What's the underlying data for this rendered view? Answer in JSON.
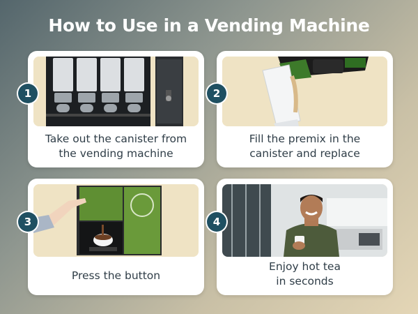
{
  "page": {
    "title": "How to Use in a Vending Machine"
  },
  "steps": [
    {
      "number": "1",
      "caption_line1": "Take out the canister from",
      "caption_line2": "the vending machine",
      "image": "vending-machine-canisters"
    },
    {
      "number": "2",
      "caption_line1": "Fill the premix in the",
      "caption_line2": "canister and replace",
      "image": "pouring-premix-into-canister"
    },
    {
      "number": "3",
      "caption_line1": "Press the button",
      "caption_line2": "",
      "image": "hand-pressing-machine-button"
    },
    {
      "number": "4",
      "caption_line1": "Enjoy hot tea",
      "caption_line2": "in seconds",
      "image": "man-holding-cup-in-office"
    }
  ],
  "colors": {
    "badge": "#1f5062",
    "caption": "#2f3d47",
    "photo_bg": "#efe3c4",
    "machine_green": "#5f8f33"
  }
}
